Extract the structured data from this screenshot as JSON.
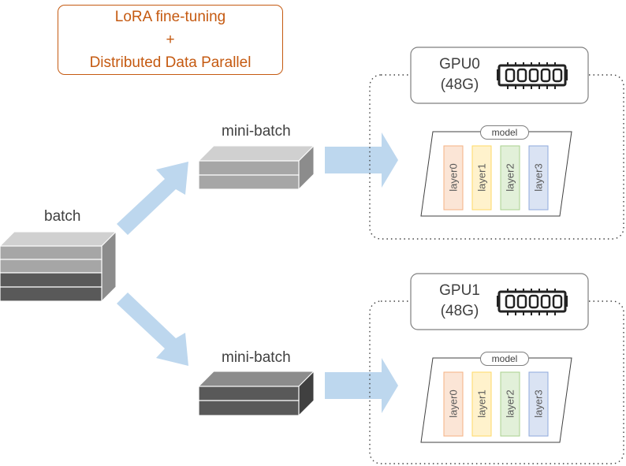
{
  "title": {
    "line1": "LoRA fine-tuning",
    "line2": "+",
    "line3": "Distributed Data Parallel"
  },
  "batch_label": "batch",
  "minibatch_top_label": "mini-batch",
  "minibatch_bottom_label": "mini-batch",
  "gpus": [
    {
      "name": "GPU0",
      "memory": "(48G)",
      "model_label": "model",
      "layers": [
        "layer0",
        "layer1",
        "layer2",
        "layer3"
      ]
    },
    {
      "name": "GPU1",
      "memory": "(48G)",
      "model_label": "model",
      "layers": [
        "layer0",
        "layer1",
        "layer2",
        "layer3"
      ]
    }
  ],
  "colors": {
    "title": "#c55a11",
    "text": "#404040",
    "arrow": "#bdd7ee",
    "layer0": "#fbe5d6",
    "layer1": "#fff2cc",
    "layer2": "#e2f0d9",
    "layer3": "#dae3f3"
  },
  "icons": [
    "memory-chip-icon"
  ]
}
